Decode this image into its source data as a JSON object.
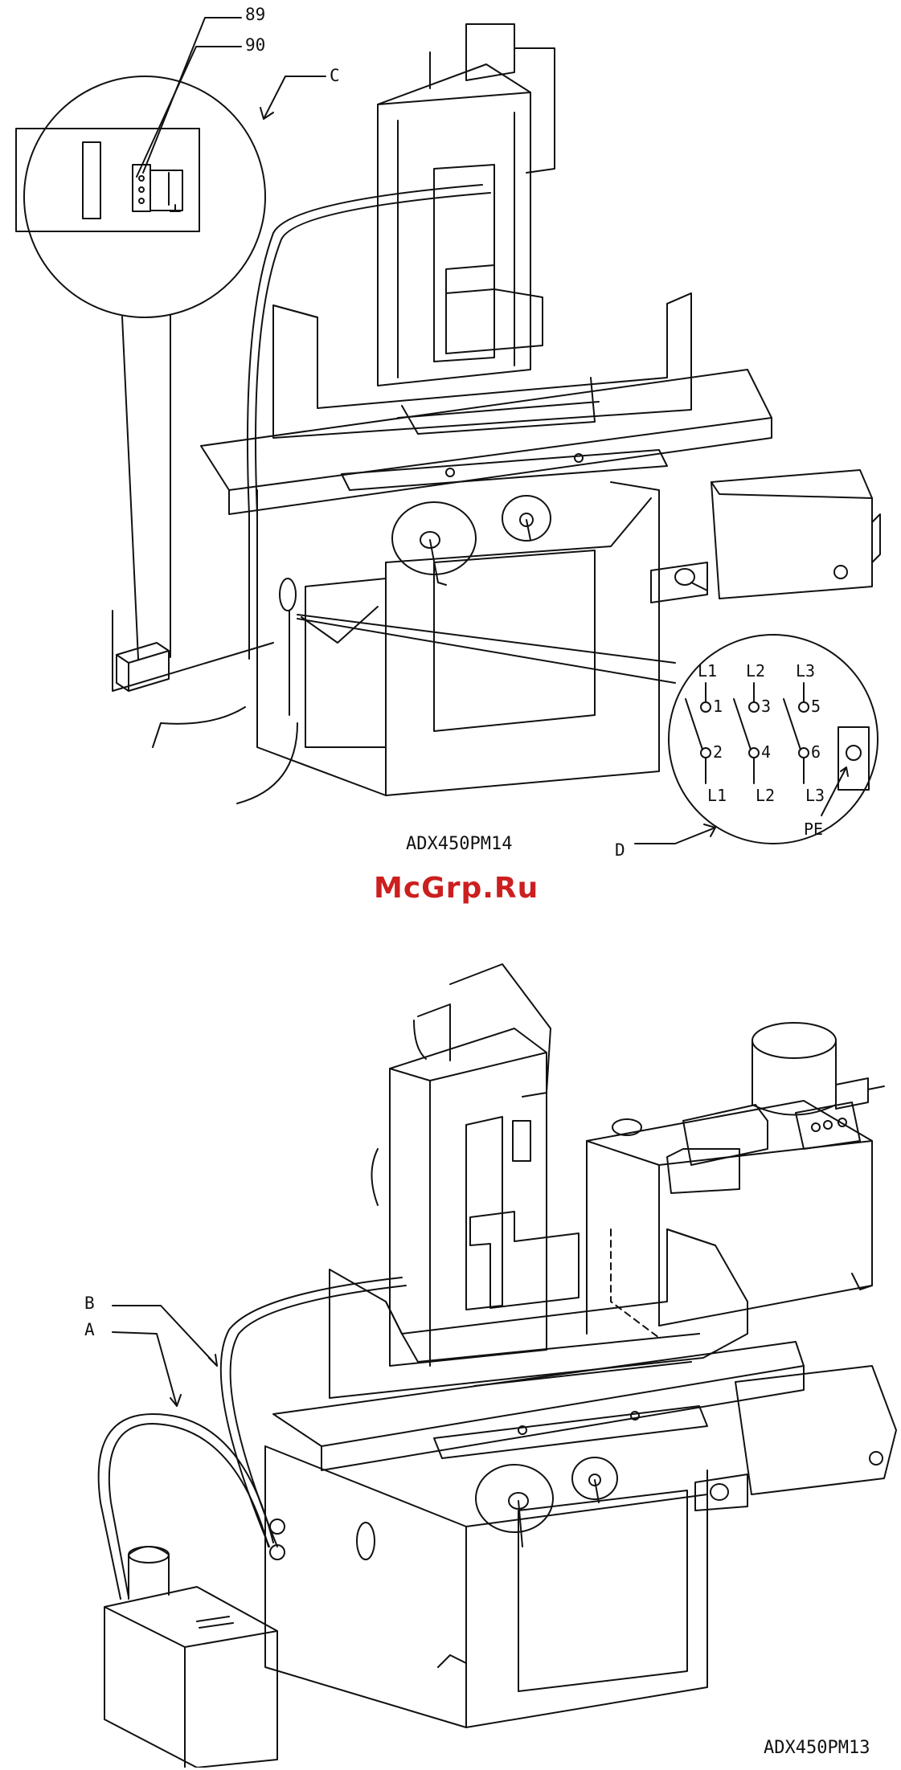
{
  "watermark": "McGrp.Ru",
  "figure_top": {
    "caption": "ADX450PM14",
    "callouts": {
      "c": "C",
      "d": "D",
      "n89": "89",
      "n90": "90"
    },
    "terminals": {
      "top": [
        "L1",
        "L2",
        "L3"
      ],
      "upper": [
        "1",
        "3",
        "5"
      ],
      "lower": [
        "2",
        "4",
        "6"
      ],
      "bottom": [
        "L1",
        "L2",
        "L3"
      ],
      "ground": "PE"
    }
  },
  "figure_bottom": {
    "caption": "ADX450PM13",
    "callouts": {
      "a": "A",
      "b": "B"
    }
  }
}
